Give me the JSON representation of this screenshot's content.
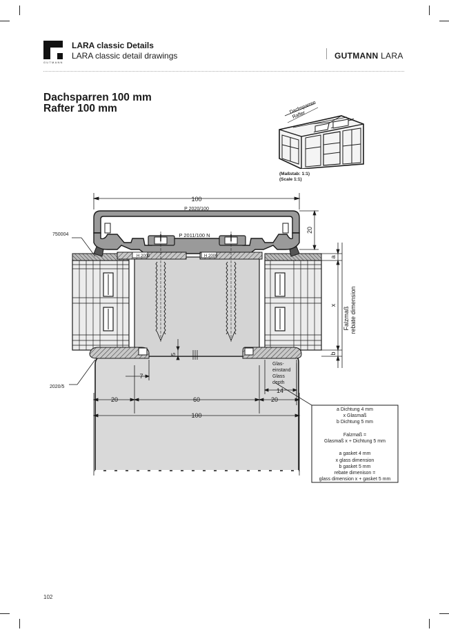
{
  "header": {
    "title_bold": "LARA classic Details",
    "subtitle": "LARA classic detail drawings",
    "brand_bold": "GUTMANN",
    "brand_light": " LARA",
    "logo_word": "GUTMANN"
  },
  "page": {
    "title_de": "Dachsparren 100 mm",
    "title_en": "Rafter 100 mm",
    "number": "102"
  },
  "thumbnail": {
    "label_de": "Dachsparren",
    "label_en": "Rafter",
    "scale_de": "(Maßstab: 1:1)",
    "scale_en": "(Scale 1:1)"
  },
  "drawing": {
    "dim_top": "100",
    "profile_top": "P 2020/100",
    "profile_mid": "P 2011/100 N",
    "part_gasket": "750004",
    "part_h_left": "H 2000",
    "part_h_right": "H 2000",
    "part_bottom": "2020/5",
    "dim_20_right": "20",
    "dim_a": "a",
    "dim_x": "x",
    "dim_b": "b",
    "rebate_de": "Falzmaß",
    "rebate_en": "rebate dimension",
    "dim_5": "5",
    "dim_7": "7",
    "glass_depth_de_1": "Glas-",
    "glass_depth_de_2": "einstand",
    "glass_depth_en_1": "Glass",
    "glass_depth_en_2": "depth",
    "dim_14": "14",
    "dim_20_left": "20",
    "dim_60": "60",
    "dim_20_mid": "20",
    "dim_100_bottom": "100"
  },
  "notes": [
    "a Dichtung 4 mm",
    "x Glasmaß",
    "b Dichtung 5 mm",
    "",
    "Falzmaß =",
    "Glasmaß x + Dichtung 5 mm",
    "",
    "a gasket 4 mm",
    "x glass dimension",
    "b gasket 5 mm",
    "rebate dimenison =",
    "glass dimension x + gasket 5 mm"
  ],
  "colors": {
    "rafter_fill": "#d9d9d9",
    "profile_fill": "#a8a8a8",
    "glass_fill": "#ececec",
    "gasket_fill": "#8c8c8c",
    "line": "#1a1a1a"
  }
}
